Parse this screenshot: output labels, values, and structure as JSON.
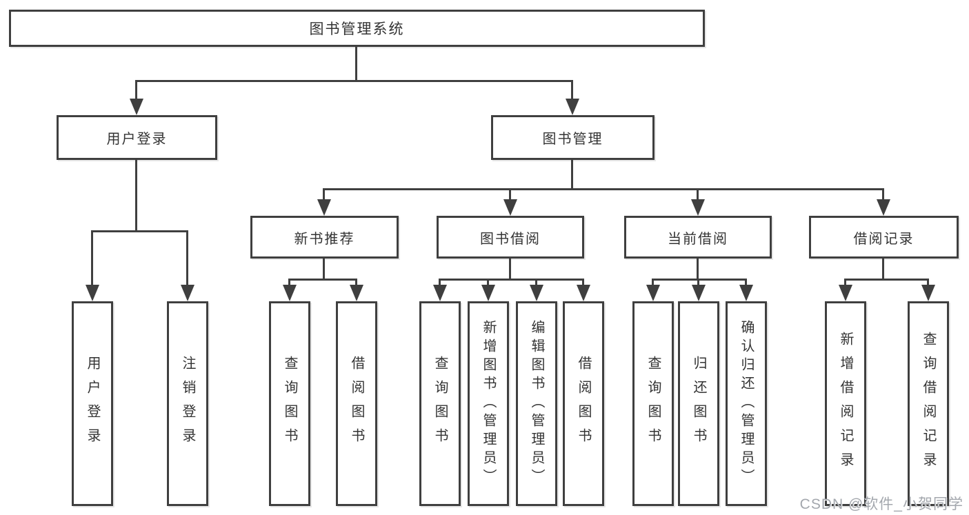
{
  "diagram": {
    "root": "图书管理系统",
    "level2": {
      "user_login": "用户登录",
      "book_management": "图书管理"
    },
    "level3": {
      "new_book_recommend": "新书推荐",
      "book_borrow": "图书借阅",
      "current_borrow": "当前借阅",
      "borrow_record": "借阅记录"
    },
    "leaves": {
      "user_login": [
        "用户登录",
        "注销登录"
      ],
      "new_book_recommend": [
        "查询图书",
        "借阅图书"
      ],
      "book_borrow": [
        "查询图书",
        "新增图书（管理员）",
        "编辑图书（管理员）",
        "借阅图书"
      ],
      "current_borrow": [
        "查询图书",
        "归还图书",
        "确认归还（管理员）"
      ],
      "borrow_record": [
        "新增借阅记录",
        "查询借阅记录"
      ]
    },
    "watermark": "CSDN @软件_小贺同学",
    "colors": {
      "line": "#3f3f3f",
      "text": "#333333",
      "watermark": "#a3a7ad",
      "background": "#ffffff"
    }
  }
}
